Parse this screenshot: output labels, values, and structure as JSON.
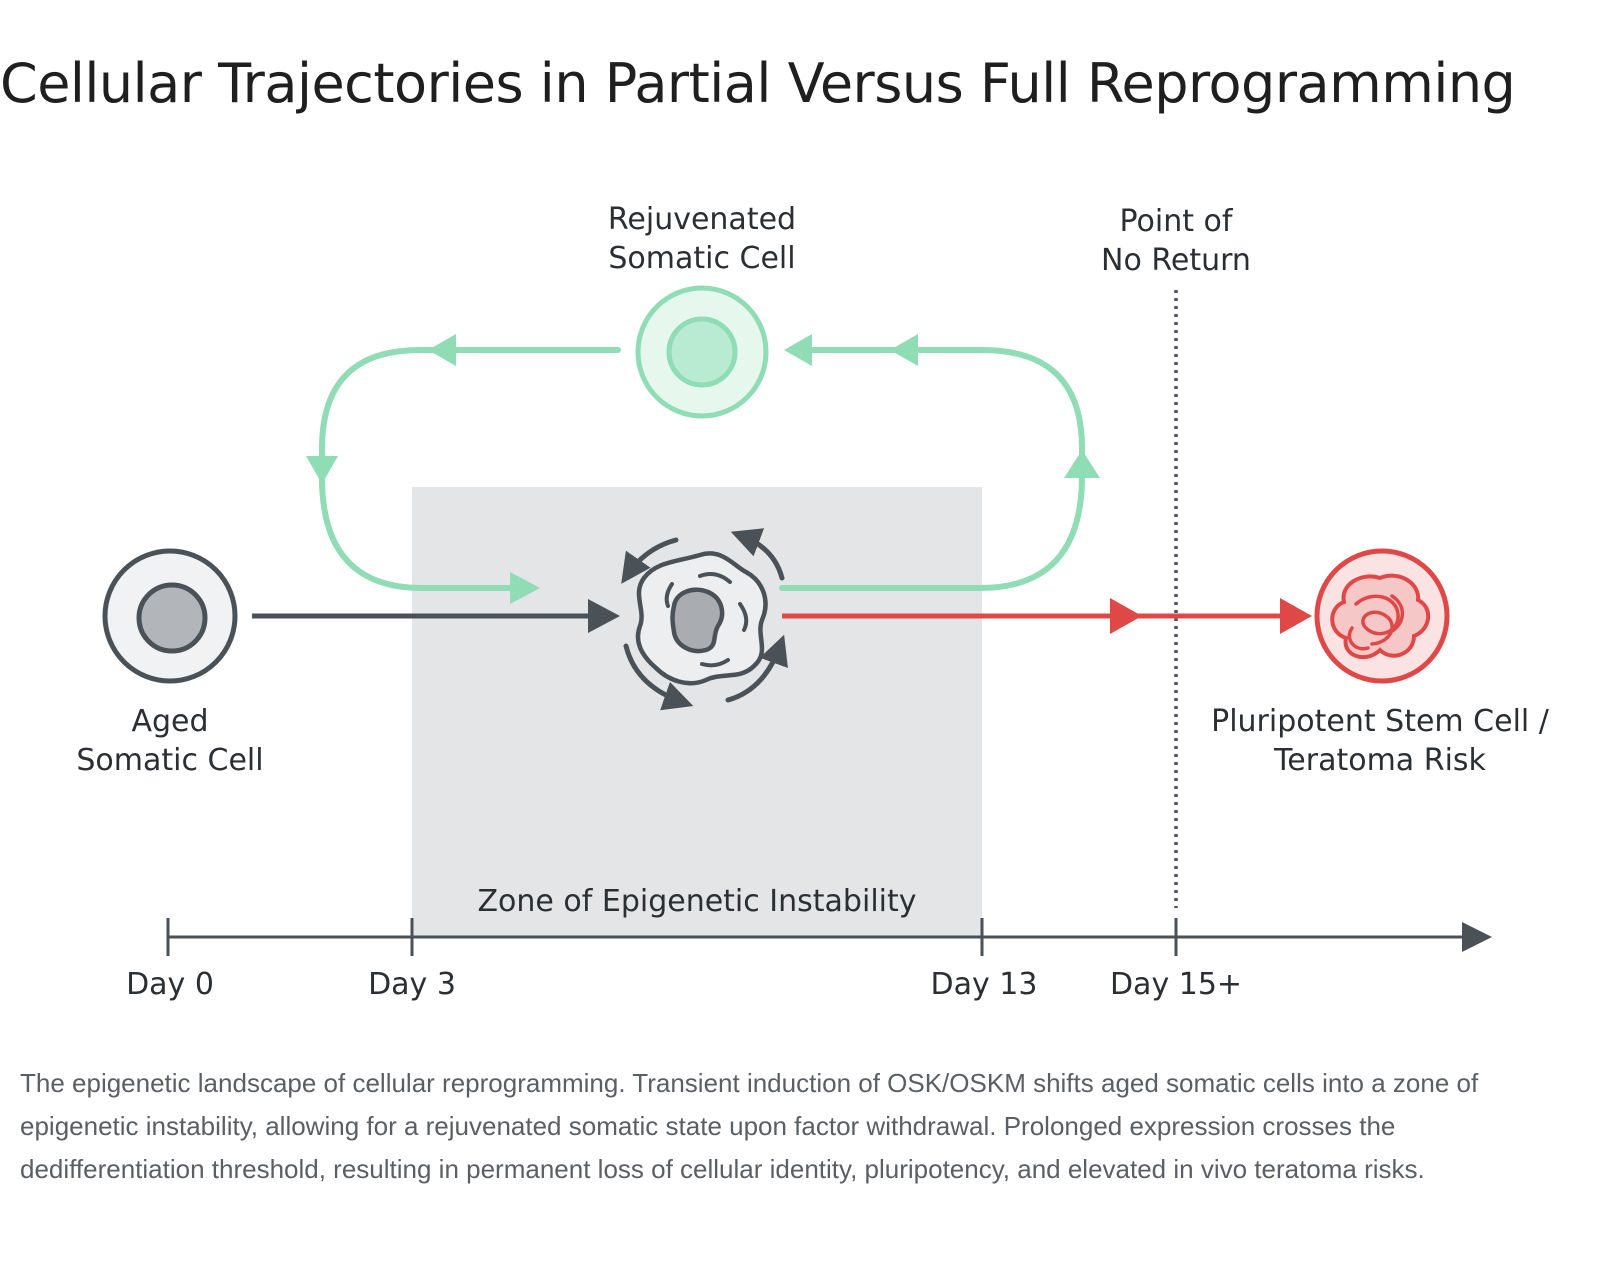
{
  "title": "Cellular Trajectories in Partial Versus Full Reprogramming",
  "labels": {
    "rejuvenated_line1": "Rejuvenated",
    "rejuvenated_line2": "Somatic Cell",
    "point_line1": "Point of",
    "point_line2": "No Return",
    "aged_line1": "Aged",
    "aged_line2": "Somatic Cell",
    "pluri_line1": "Pluripotent Stem Cell /",
    "pluri_line2": "Teratoma Risk",
    "zone": "Zone of Epigenetic Instability"
  },
  "timeline": {
    "ticks": [
      "Day 0",
      "Day 3",
      "Day 13",
      "Day 15+"
    ]
  },
  "caption": "The epigenetic landscape of cellular reprogramming. Transient induction of OSK/OSKM shifts aged somatic cells into a zone of epigenetic instability, allowing for a rejuvenated somatic state upon factor withdrawal. Prolonged expression crosses the dedifferentiation threshold, resulting in permanent loss of cellular identity, pluripotency, and elevated in vivo teratoma risks.",
  "colors": {
    "green": "#8fdcb5",
    "red": "#e04848",
    "slate": "#4a5258",
    "zone": "#e3e5e7"
  },
  "icons": {
    "aged_cell": "aged-cell-icon",
    "rejuvenated_cell": "rejuvenated-cell-icon",
    "unstable_cell": "unstable-cell-icon",
    "pluripotent_cell": "pluripotent-cell-icon"
  }
}
